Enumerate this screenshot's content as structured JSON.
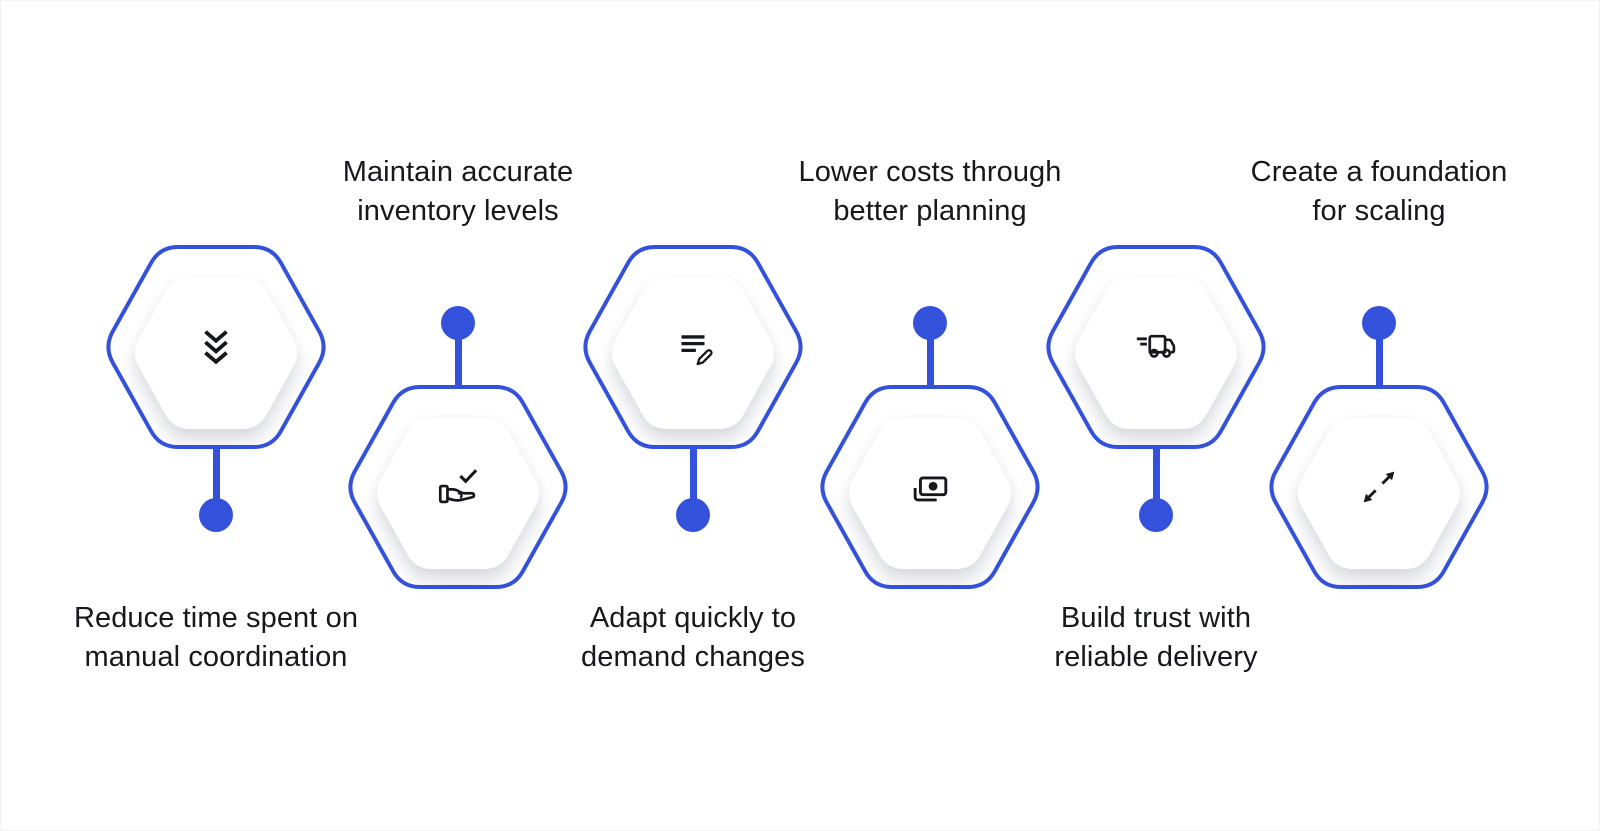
{
  "theme": {
    "accent": "#3351db",
    "icon_color": "#16181d",
    "text_color": "#16181d",
    "background": "#ffffff"
  },
  "nodes": [
    {
      "id": "reduce-time",
      "icon": "chevrons-down-icon",
      "position": "top",
      "lines": [
        "Reduce time spent on",
        "manual coordination"
      ]
    },
    {
      "id": "inventory",
      "icon": "hand-check-icon",
      "position": "bottom",
      "lines": [
        "Maintain accurate",
        "inventory levels"
      ]
    },
    {
      "id": "adapt",
      "icon": "edit-list-icon",
      "position": "top",
      "lines": [
        "Adapt quickly to",
        "demand changes"
      ]
    },
    {
      "id": "costs",
      "icon": "banknote-icon",
      "position": "bottom",
      "lines": [
        "Lower costs through",
        "better planning"
      ]
    },
    {
      "id": "trust",
      "icon": "delivery-truck-icon",
      "position": "top",
      "lines": [
        "Build trust with",
        "reliable delivery"
      ]
    },
    {
      "id": "scaling",
      "icon": "expand-arrows-icon",
      "position": "bottom",
      "lines": [
        "Create a foundation",
        "for scaling"
      ]
    }
  ]
}
